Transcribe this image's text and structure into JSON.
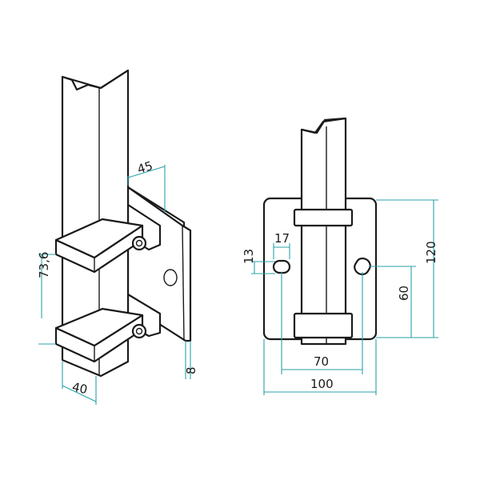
{
  "colors": {
    "outline": "#1a1a1a",
    "dimension": "#2aa3a8",
    "background": "#ffffff"
  },
  "dimensions": {
    "left_view": {
      "post_width": "40",
      "height": "73,6",
      "projection": "45",
      "plate_thickness": "8"
    },
    "right_view": {
      "slot_width": "17",
      "slot_height": "13",
      "hole_spacing": "70",
      "plate_width": "100",
      "plate_height": "120",
      "slot_offset": "60"
    }
  }
}
